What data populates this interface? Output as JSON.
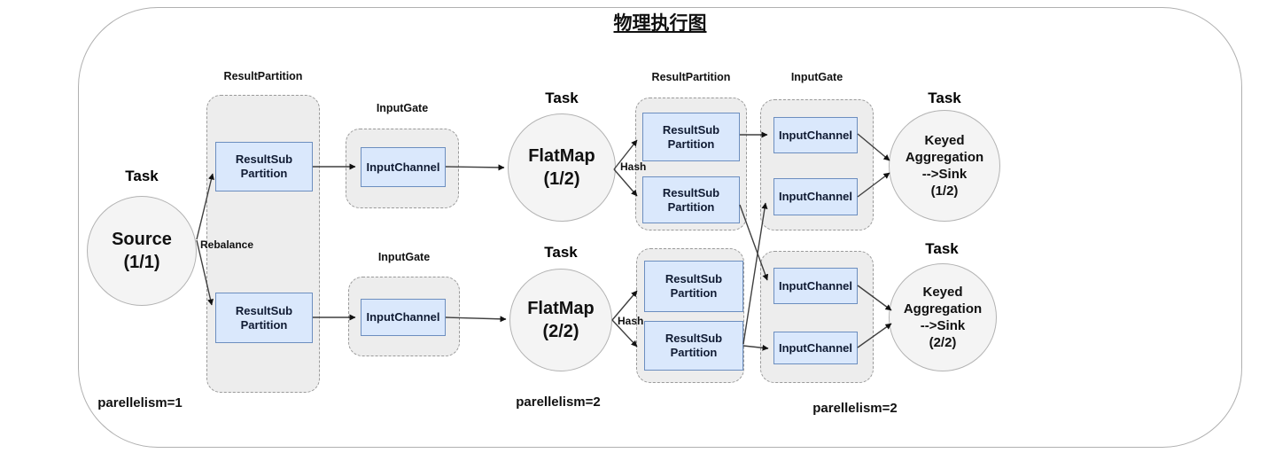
{
  "title": "物理执行图",
  "labels": {
    "task": "Task",
    "rebalance": "Rebalance",
    "hash": "Hash",
    "result_partition": "ResultPartition",
    "input_gate": "InputGate",
    "result_sub_partition": "ResultSub\nPartition",
    "input_channel": "InputChannel",
    "parallelism_source": "parellelism=1",
    "parallelism_flatmap": "parellelism=2",
    "parallelism_sink": "parellelism=2"
  },
  "nodes": {
    "source": "Source\n(1/1)",
    "flatmap_1": "FlatMap\n(1/2)",
    "flatmap_2": "FlatMap\n(2/2)",
    "keyed_sink_1": "Keyed\nAggregation\n-->Sink\n(1/2)",
    "keyed_sink_2": "Keyed\nAggregation\n-->Sink\n(2/2)"
  },
  "colors": {
    "box_fill": "#dae8fc",
    "box_border": "#6c8ebf",
    "group_fill": "#ededed",
    "group_border": "#9a9a9a",
    "circle_fill": "#f4f4f4",
    "circle_border": "#b3b3b3",
    "arrow": "#3f3f3f"
  }
}
